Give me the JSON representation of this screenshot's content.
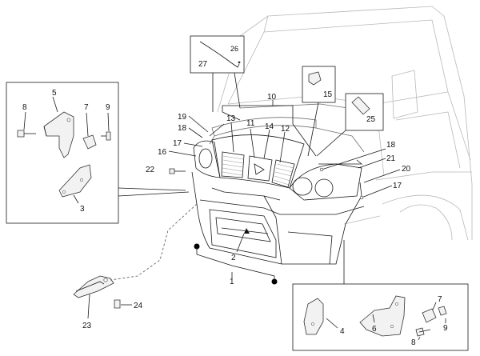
{
  "diagram": {
    "part_numbers": {
      "p1": "1",
      "p2": "2",
      "p3": "3",
      "p4": "4",
      "p5": "5",
      "p6": "6",
      "p7a": "7",
      "p7b": "7",
      "p8a": "8",
      "p8b": "8",
      "p9a": "9",
      "p9b": "9",
      "p10": "10",
      "p11": "11",
      "p12": "12",
      "p13": "13",
      "p14": "14",
      "p15": "15",
      "p16": "16",
      "p17a": "17",
      "p17b": "17",
      "p18a": "18",
      "p18b": "18",
      "p19": "19",
      "p20": "20",
      "p21": "21",
      "p22": "22",
      "p23": "23",
      "p24": "24",
      "p25": "25",
      "p26": "26",
      "p27": "27"
    },
    "colors": {
      "line": "#1a1a1a",
      "light_line": "#b8b8b8",
      "part_fill": "#f2f2f2",
      "background": "#ffffff"
    }
  }
}
